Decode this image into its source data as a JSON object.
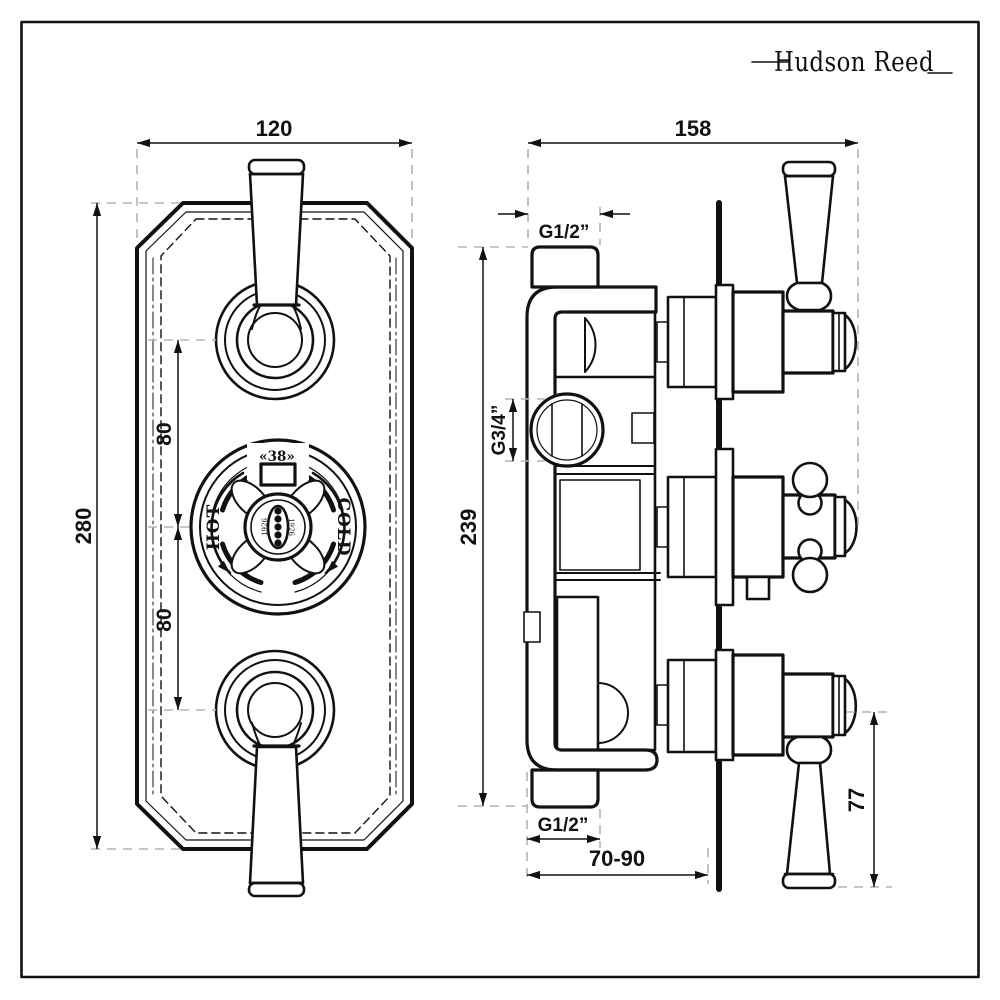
{
  "brand": {
    "name": "Hudson Reed"
  },
  "views": {
    "front": {
      "dim_width": "120",
      "dim_height": "280",
      "dim_spacing_top": "80",
      "dim_spacing_bottom": "80",
      "dial": {
        "temp": "«38»",
        "hot": "HOT",
        "cold": "COLD",
        "year": "1926"
      }
    },
    "side": {
      "dim_width": "158",
      "dim_body_height": "239",
      "thread_top": "G1/2”",
      "thread_side": "G3/4”",
      "thread_bottom": "G1/2”",
      "depth_range": "70-90",
      "handle_length": "77"
    }
  },
  "colors": {
    "line": "#111111",
    "extension": "#b3b3b3",
    "background": "#ffffff"
  }
}
